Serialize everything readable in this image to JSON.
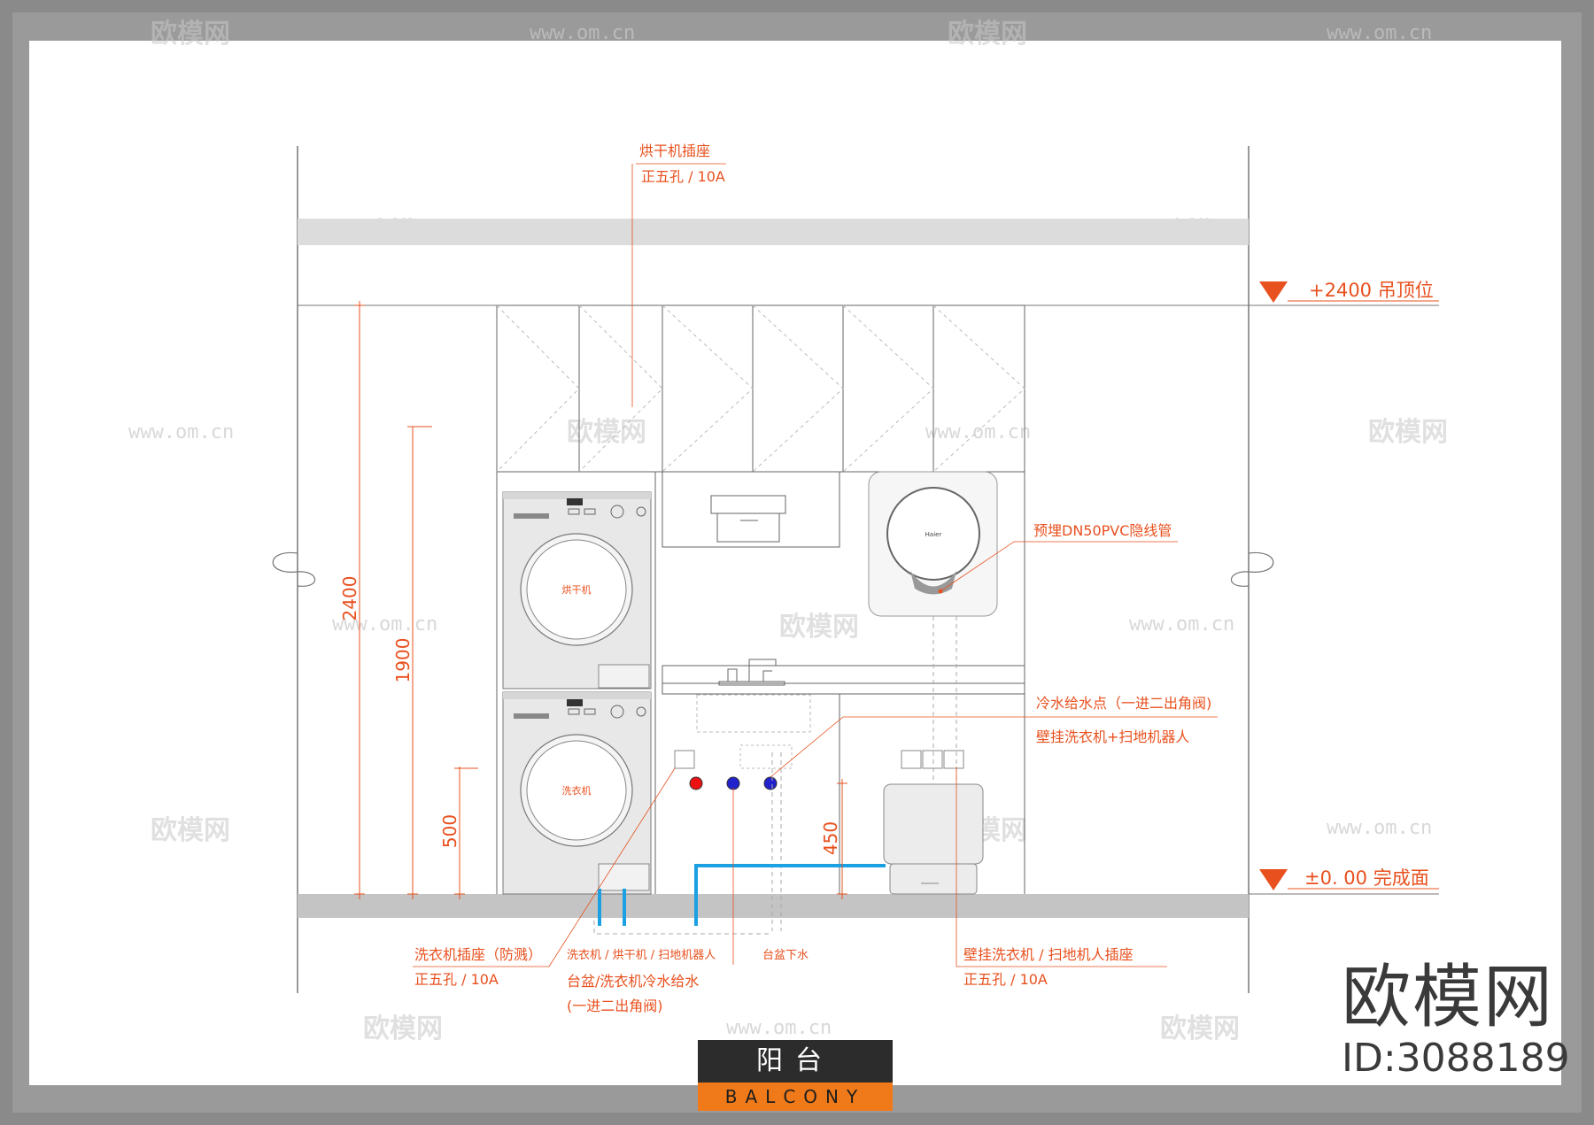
{
  "watermark": {
    "brand": "欧模网",
    "url": "www.om.cn"
  },
  "levels": {
    "ceiling": "+2400  吊顶位",
    "floor": "±0. 00  完成面"
  },
  "dimensions": {
    "d2400": "2400",
    "d1900": "1900",
    "d500": "500",
    "d450": "450"
  },
  "appliances": {
    "dryer": "烘干机",
    "washer": "洗衣机",
    "heater_brand": "Haier"
  },
  "annotations": {
    "dryer_socket_title": "烘干机插座",
    "dryer_socket_spec": "正五孔 / 10A",
    "conduit": "预埋DN50PVC隐线管",
    "cold_water_point": "冷水给水点（一进二出角阀)",
    "wall_washer_robot": "壁挂洗衣机+扫地机器人",
    "washer_socket_title": "洗衣机插座（防溅）",
    "washer_socket_spec": "正五孔 / 10A",
    "drain_labels": "洗衣机 / 烘干机 / 扫地机器人",
    "basin_drain": "台盆下水",
    "cold_supply_title": "台盆/洗衣机冷水给水",
    "cold_supply_note": "(一进二出角阀)",
    "wall_socket_title": "壁挂洗衣机 / 扫地机人插座",
    "wall_socket_spec": "正五孔 / 10A"
  },
  "brand": {
    "logo": "欧模网",
    "id": "ID:3088189"
  },
  "title": {
    "cn": "阳台",
    "en": "BALCONY"
  },
  "colors": {
    "accent": "#e8501e",
    "pipe": "#1ba1e2",
    "title_bg": "#2c2c2c",
    "title_band": "#f07a1a"
  }
}
